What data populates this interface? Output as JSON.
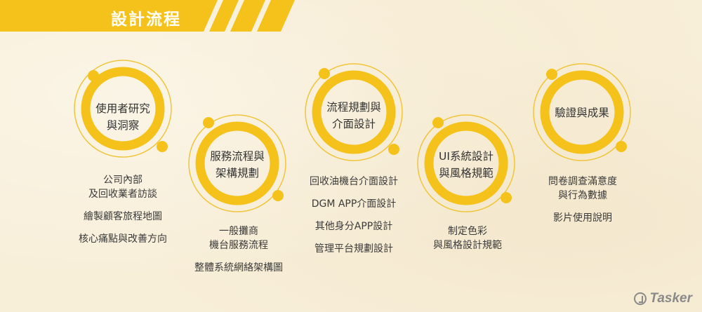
{
  "header": {
    "title": "設計流程"
  },
  "colors": {
    "accent": "#f4c21a",
    "ring_outline": "#f0c53a"
  },
  "steps": [
    {
      "label_lines": [
        "使用者研究",
        "與洞察"
      ],
      "desc": [
        "公司內部\n及回收業者訪談",
        "繪製顧客旅程地圖",
        "核心痛點與改善方向"
      ]
    },
    {
      "label_lines": [
        "服務流程與",
        "架構規劃"
      ],
      "desc": [
        "一般攤商\n機台服務流程",
        "整體系統網絡架構圖"
      ]
    },
    {
      "label_lines": [
        "流程規劃與",
        "介面設計"
      ],
      "desc": [
        "回收油機台介面設計",
        "DGM APP介面設計",
        "其他身分APP設計",
        "管理平台規劃設計"
      ]
    },
    {
      "label_lines": [
        "UI系統設計",
        "與風格規範"
      ],
      "desc": [
        "制定色彩\n與風格設計規範"
      ]
    },
    {
      "label_lines": [
        "驗證與成果"
      ],
      "desc": [
        "問卷調查滿意度\n與行為數據",
        "影片使用說明"
      ]
    }
  ],
  "brand": {
    "name": "Tasker",
    "icon": "tasker-logo-icon"
  }
}
